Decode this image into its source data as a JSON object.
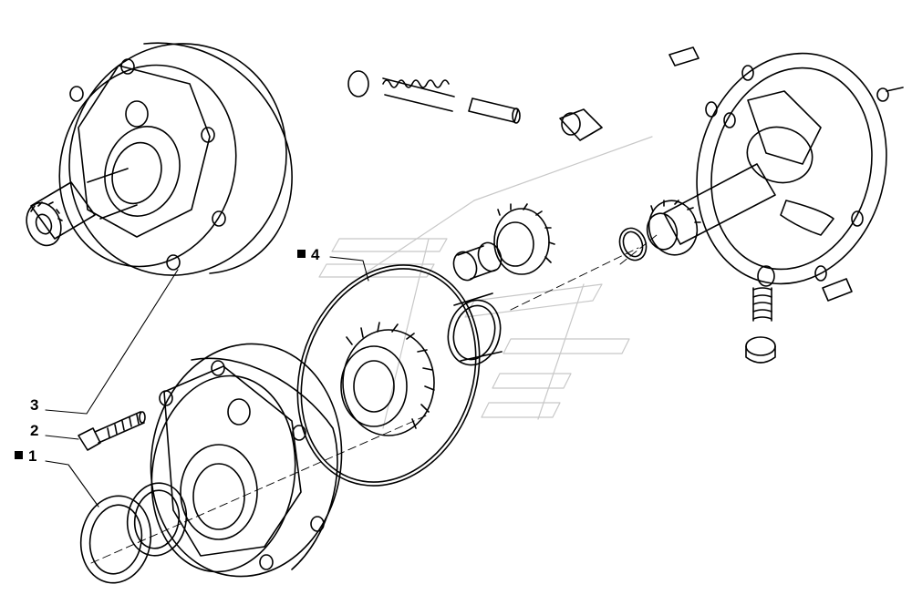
{
  "callouts": [
    {
      "id": "callout-3",
      "label": "3",
      "marked": false
    },
    {
      "id": "callout-2",
      "label": "2",
      "marked": false
    },
    {
      "id": "callout-1",
      "label": "1",
      "marked": true
    },
    {
      "id": "callout-4",
      "label": "4",
      "marked": true
    }
  ],
  "colors": {
    "line": "#000000",
    "watermark": "#c8c8c8",
    "background": "#ffffff"
  }
}
